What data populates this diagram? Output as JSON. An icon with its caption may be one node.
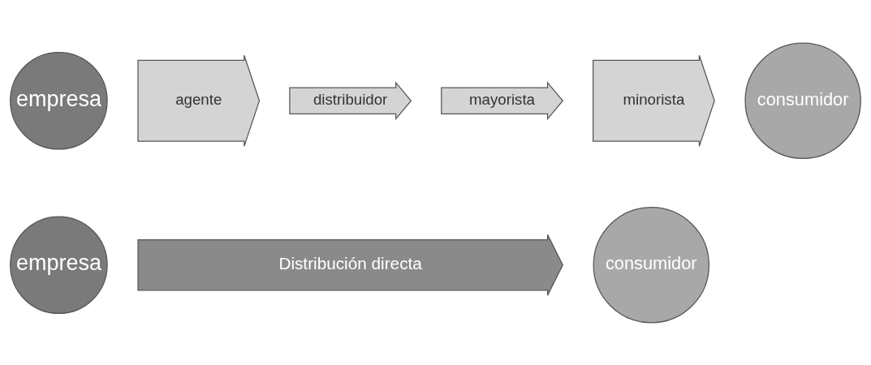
{
  "diagram": {
    "nodes": [
      {
        "text": [
          "empresa"
        ]
      },
      {
        "text": [
          "agente"
        ]
      },
      {
        "text": [
          "distribuidor"
        ]
      },
      {
        "text": [
          "mayorista"
        ]
      },
      {
        "text": [
          "minorista"
        ]
      },
      {
        "text": [
          "consumidor"
        ]
      },
      {
        "text": [
          "empresa"
        ]
      },
      {
        "text": [
          "Distribución directa"
        ]
      },
      {
        "text": [
          "consumidor"
        ]
      }
    ]
  }
}
